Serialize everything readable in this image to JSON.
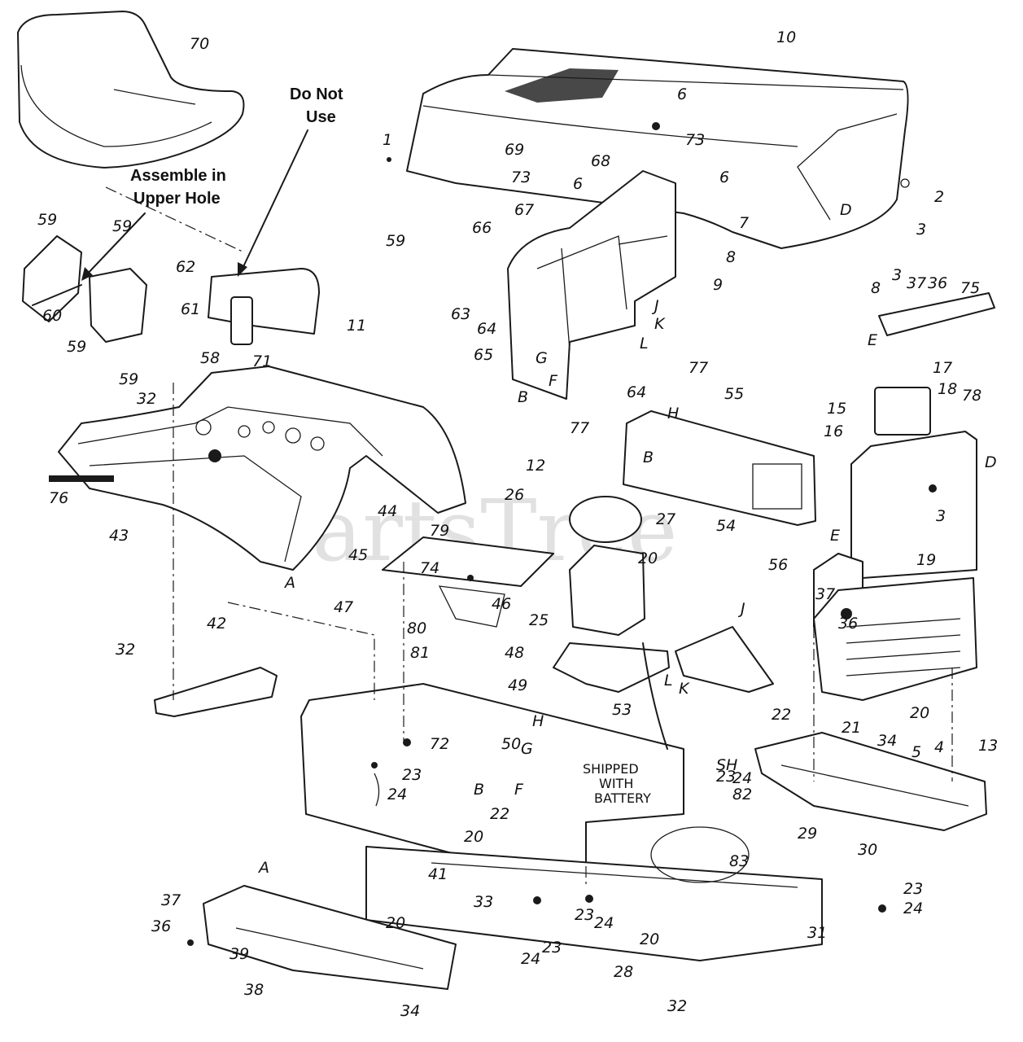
{
  "watermark": "PartsTree",
  "notes": {
    "assemble_line1": "Assemble in",
    "assemble_line2": "Upper Hole",
    "donot_line1": "Do Not",
    "donot_line2": "Use",
    "shipped_line1": "SHIPPED",
    "shipped_line2": "WITH",
    "shipped_line3": "BATTERY"
  },
  "callouts": [
    "70",
    "10",
    "6",
    "73",
    "69",
    "73",
    "6",
    "68",
    "6",
    "1",
    "2",
    "D",
    "3",
    "7",
    "67",
    "66",
    "59",
    "8",
    "9",
    "62",
    "61",
    "11",
    "63",
    "64",
    "65",
    "58",
    "71",
    "G",
    "F",
    "B",
    "J",
    "K",
    "L",
    "77",
    "64",
    "59",
    "59",
    "60",
    "59",
    "59",
    "32",
    "8",
    "3",
    "37",
    "36",
    "75",
    "E",
    "17",
    "18",
    "78",
    "D",
    "15",
    "16",
    "H",
    "55",
    "B",
    "77",
    "12",
    "26",
    "79",
    "27",
    "20",
    "44",
    "74",
    "46",
    "47",
    "80",
    "25",
    "81",
    "48",
    "49",
    "53",
    "54",
    "56",
    "E",
    "3",
    "19",
    "37",
    "36",
    "J",
    "L",
    "K",
    "22",
    "20",
    "21",
    "76",
    "43",
    "45",
    "A",
    "32",
    "42",
    "72",
    "H",
    "G",
    "50",
    "B",
    "F",
    "23",
    "24",
    "SH",
    "23",
    "24",
    "82",
    "83",
    "22",
    "20",
    "34",
    "5",
    "4",
    "13",
    "29",
    "30",
    "23",
    "24",
    "41",
    "A",
    "37",
    "36",
    "33",
    "20",
    "23",
    "24",
    "24",
    "23",
    "20",
    "28",
    "31",
    "39",
    "38",
    "32",
    "34"
  ]
}
